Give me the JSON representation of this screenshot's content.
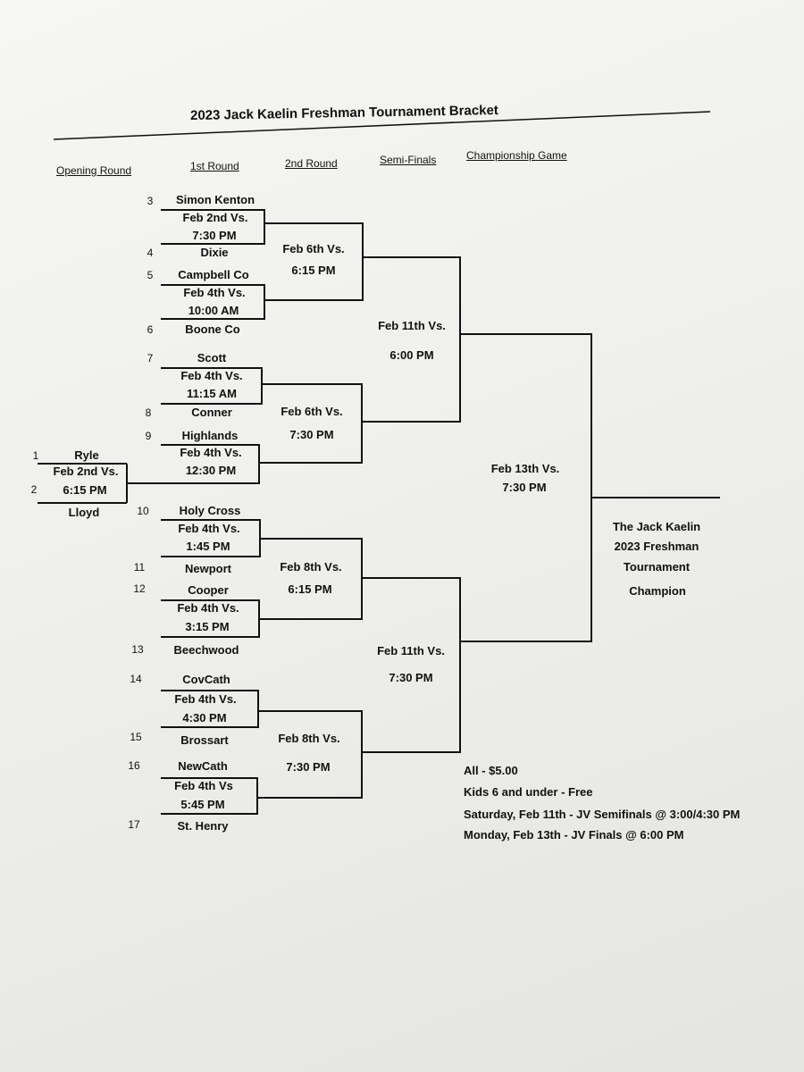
{
  "title": "2023 Jack Kaelin Freshman Tournament Bracket",
  "rounds": [
    "Opening Round",
    "1st Round",
    "2nd Round",
    "Semi-Finals",
    "Championship Game"
  ],
  "seeds": [
    "3",
    "4",
    "5",
    "6",
    "7",
    "8",
    "9",
    "1",
    "2",
    "10",
    "11",
    "12",
    "13",
    "14",
    "15",
    "16",
    "17"
  ],
  "teams": [
    "Simon Kenton",
    "Dixie",
    "Campbell Co",
    "Boone Co",
    "Scott",
    "Conner",
    "Highlands",
    "Ryle",
    "Lloyd",
    "Holy Cross",
    "Newport",
    "Cooper",
    "Beechwood",
    "CovCath",
    "Brossart",
    "NewCath",
    "St. Henry"
  ],
  "games": [
    {
      "date": "Feb 2nd Vs.",
      "time": "7:30 PM"
    },
    {
      "date": "Feb 4th Vs.",
      "time": "10:00 AM"
    },
    {
      "date": "Feb 4th Vs.",
      "time": "11:15 AM"
    },
    {
      "date": "Feb 4th Vs.",
      "time": "12:30 PM"
    },
    {
      "date": "Feb 2nd Vs.",
      "time": "6:15 PM"
    },
    {
      "date": "Feb 4th Vs.",
      "time": "1:45 PM"
    },
    {
      "date": "Feb 4th Vs.",
      "time": "3:15 PM"
    },
    {
      "date": "Feb 4th Vs.",
      "time": "4:30 PM"
    },
    {
      "date": "Feb 4th Vs",
      "time": "5:45 PM"
    },
    {
      "date": "Feb 6th Vs.",
      "time": "6:15 PM"
    },
    {
      "date": "Feb 6th Vs.",
      "time": "7:30 PM"
    },
    {
      "date": "Feb 8th Vs.",
      "time": "6:15 PM"
    },
    {
      "date": "Feb 8th Vs.",
      "time": "7:30 PM"
    },
    {
      "date": "Feb 11th Vs.",
      "time": "6:00 PM"
    },
    {
      "date": "Feb 11th Vs.",
      "time": "7:30 PM"
    },
    {
      "date": "Feb 13th Vs.",
      "time": "7:30 PM"
    }
  ],
  "champion": [
    "The Jack Kaelin",
    "2023 Freshman",
    "Tournament",
    "Champion"
  ],
  "notes": [
    "All - $5.00",
    "Kids 6 and under - Free",
    "Saturday, Feb 11th - JV Semifinals @ 3:00/4:30 PM",
    "Monday, Feb 13th - JV Finals @ 6:00 PM"
  ]
}
